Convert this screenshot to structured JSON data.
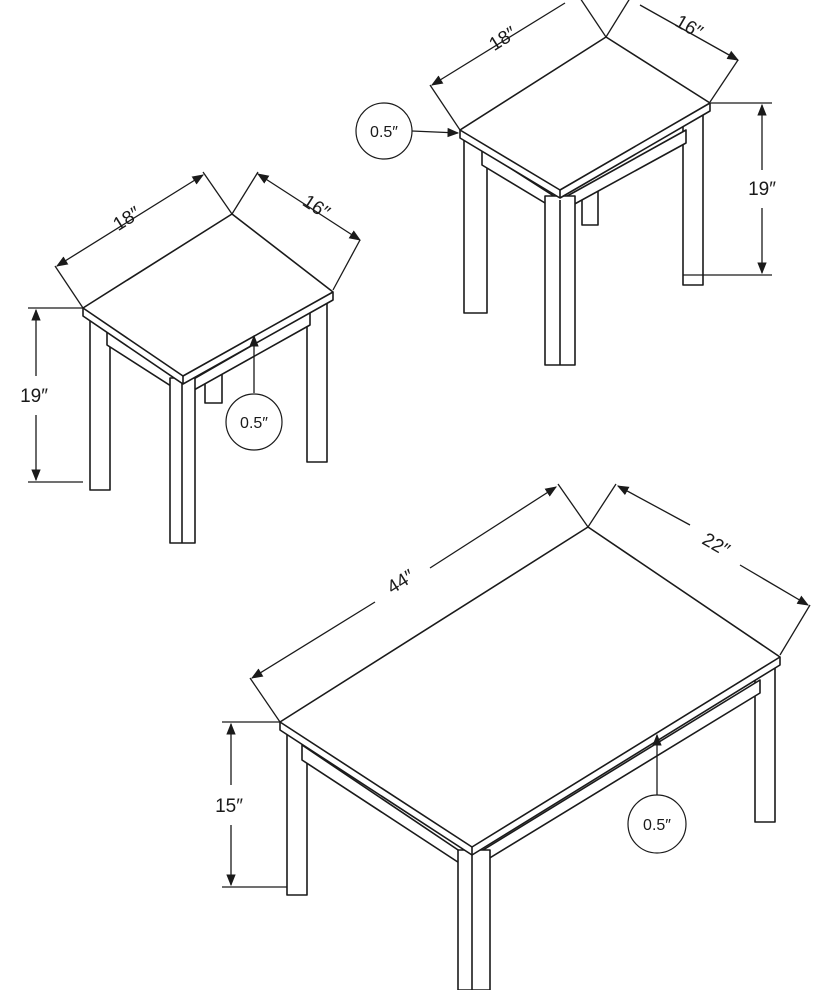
{
  "end_table_right": {
    "length": "18″",
    "width": "16″",
    "height": "19″",
    "top_thickness": "0.5″"
  },
  "end_table_left": {
    "length": "18″",
    "width": "16″",
    "height": "19″",
    "top_thickness": "0.5″"
  },
  "coffee_table": {
    "length": "44″",
    "width": "22″",
    "height": "15″",
    "top_thickness": "0.5″"
  }
}
